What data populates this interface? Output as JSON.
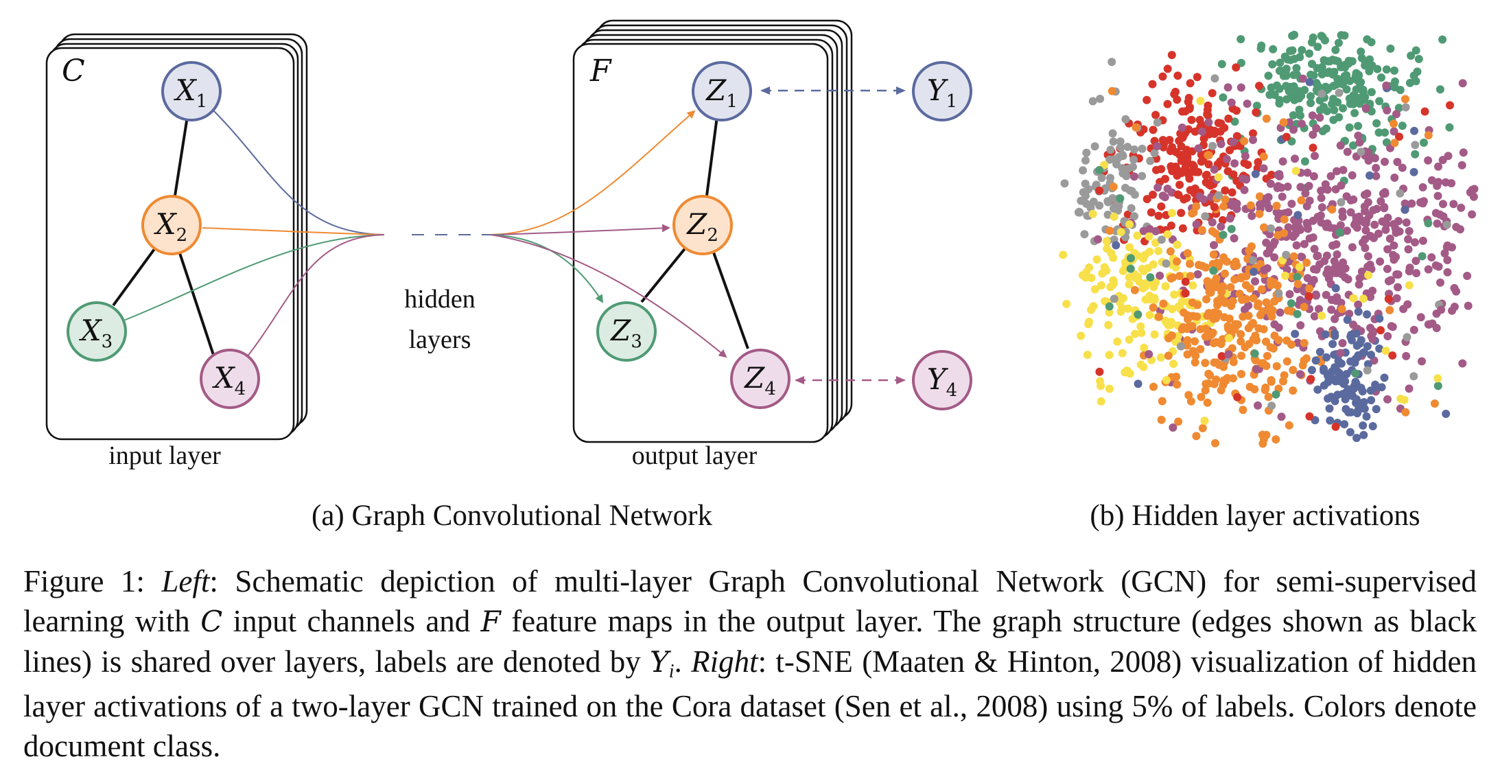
{
  "panel_a": {
    "input_frame_label": "C",
    "output_frame_label": "F",
    "input_layer_label": "input layer",
    "hidden_label_line1": "hidden",
    "hidden_label_line2": "layers",
    "output_layer_label": "output layer",
    "subcaption": "(a) Graph Convolutional Network",
    "nodes_input": [
      {
        "letter": "X",
        "sub": "1",
        "class_color": "#5b6a9e"
      },
      {
        "letter": "X",
        "sub": "2",
        "class_color": "#ef8a32"
      },
      {
        "letter": "X",
        "sub": "3",
        "class_color": "#4f9a74"
      },
      {
        "letter": "X",
        "sub": "4",
        "class_color": "#a35a86"
      }
    ],
    "nodes_output": [
      {
        "letter": "Z",
        "sub": "1"
      },
      {
        "letter": "Z",
        "sub": "2"
      },
      {
        "letter": "Z",
        "sub": "3"
      },
      {
        "letter": "Z",
        "sub": "4"
      }
    ],
    "labels": [
      {
        "letter": "Y",
        "sub": "1"
      },
      {
        "letter": "Y",
        "sub": "4"
      }
    ],
    "colors": {
      "blue": "#5b6a9e",
      "blue_fill": "#e1e3ee",
      "orange": "#ef8a32",
      "orange_fill": "#fde3cc",
      "green": "#4f9a74",
      "green_fill": "#dcece2",
      "purple": "#a35a86",
      "purple_fill": "#efdcea"
    }
  },
  "panel_b": {
    "subcaption": "(b) Hidden layer activations",
    "class_colors": {
      "green": "#4f9a74",
      "red": "#d6342a",
      "gray": "#9a9a9a",
      "yellow": "#f7e04a",
      "orange": "#ef8a32",
      "purple": "#a35a86",
      "blue": "#5b6a9e"
    }
  },
  "caption": {
    "prefix": "Figure 1: ",
    "left_word": "Left",
    "part1": ": Schematic depiction of multi-layer Graph Convolutional Network (GCN) for semi-supervised learning with ",
    "C": "C",
    "part2": " input channels and ",
    "F": "F",
    "part3": " feature maps in the output layer. The graph structure (edges shown as black lines) is shared over layers, labels are denoted by ",
    "Y": "Y",
    "Y_sub": "i",
    "part4": ". ",
    "right_word": "Right",
    "part5": ": t-SNE (Maaten & Hinton, 2008) visualization of hidden layer activations of a two-layer GCN trained on the Cora dataset (Sen et al., 2008) using ",
    "pct": "5%",
    "part6": " of labels. Colors denote document class."
  }
}
